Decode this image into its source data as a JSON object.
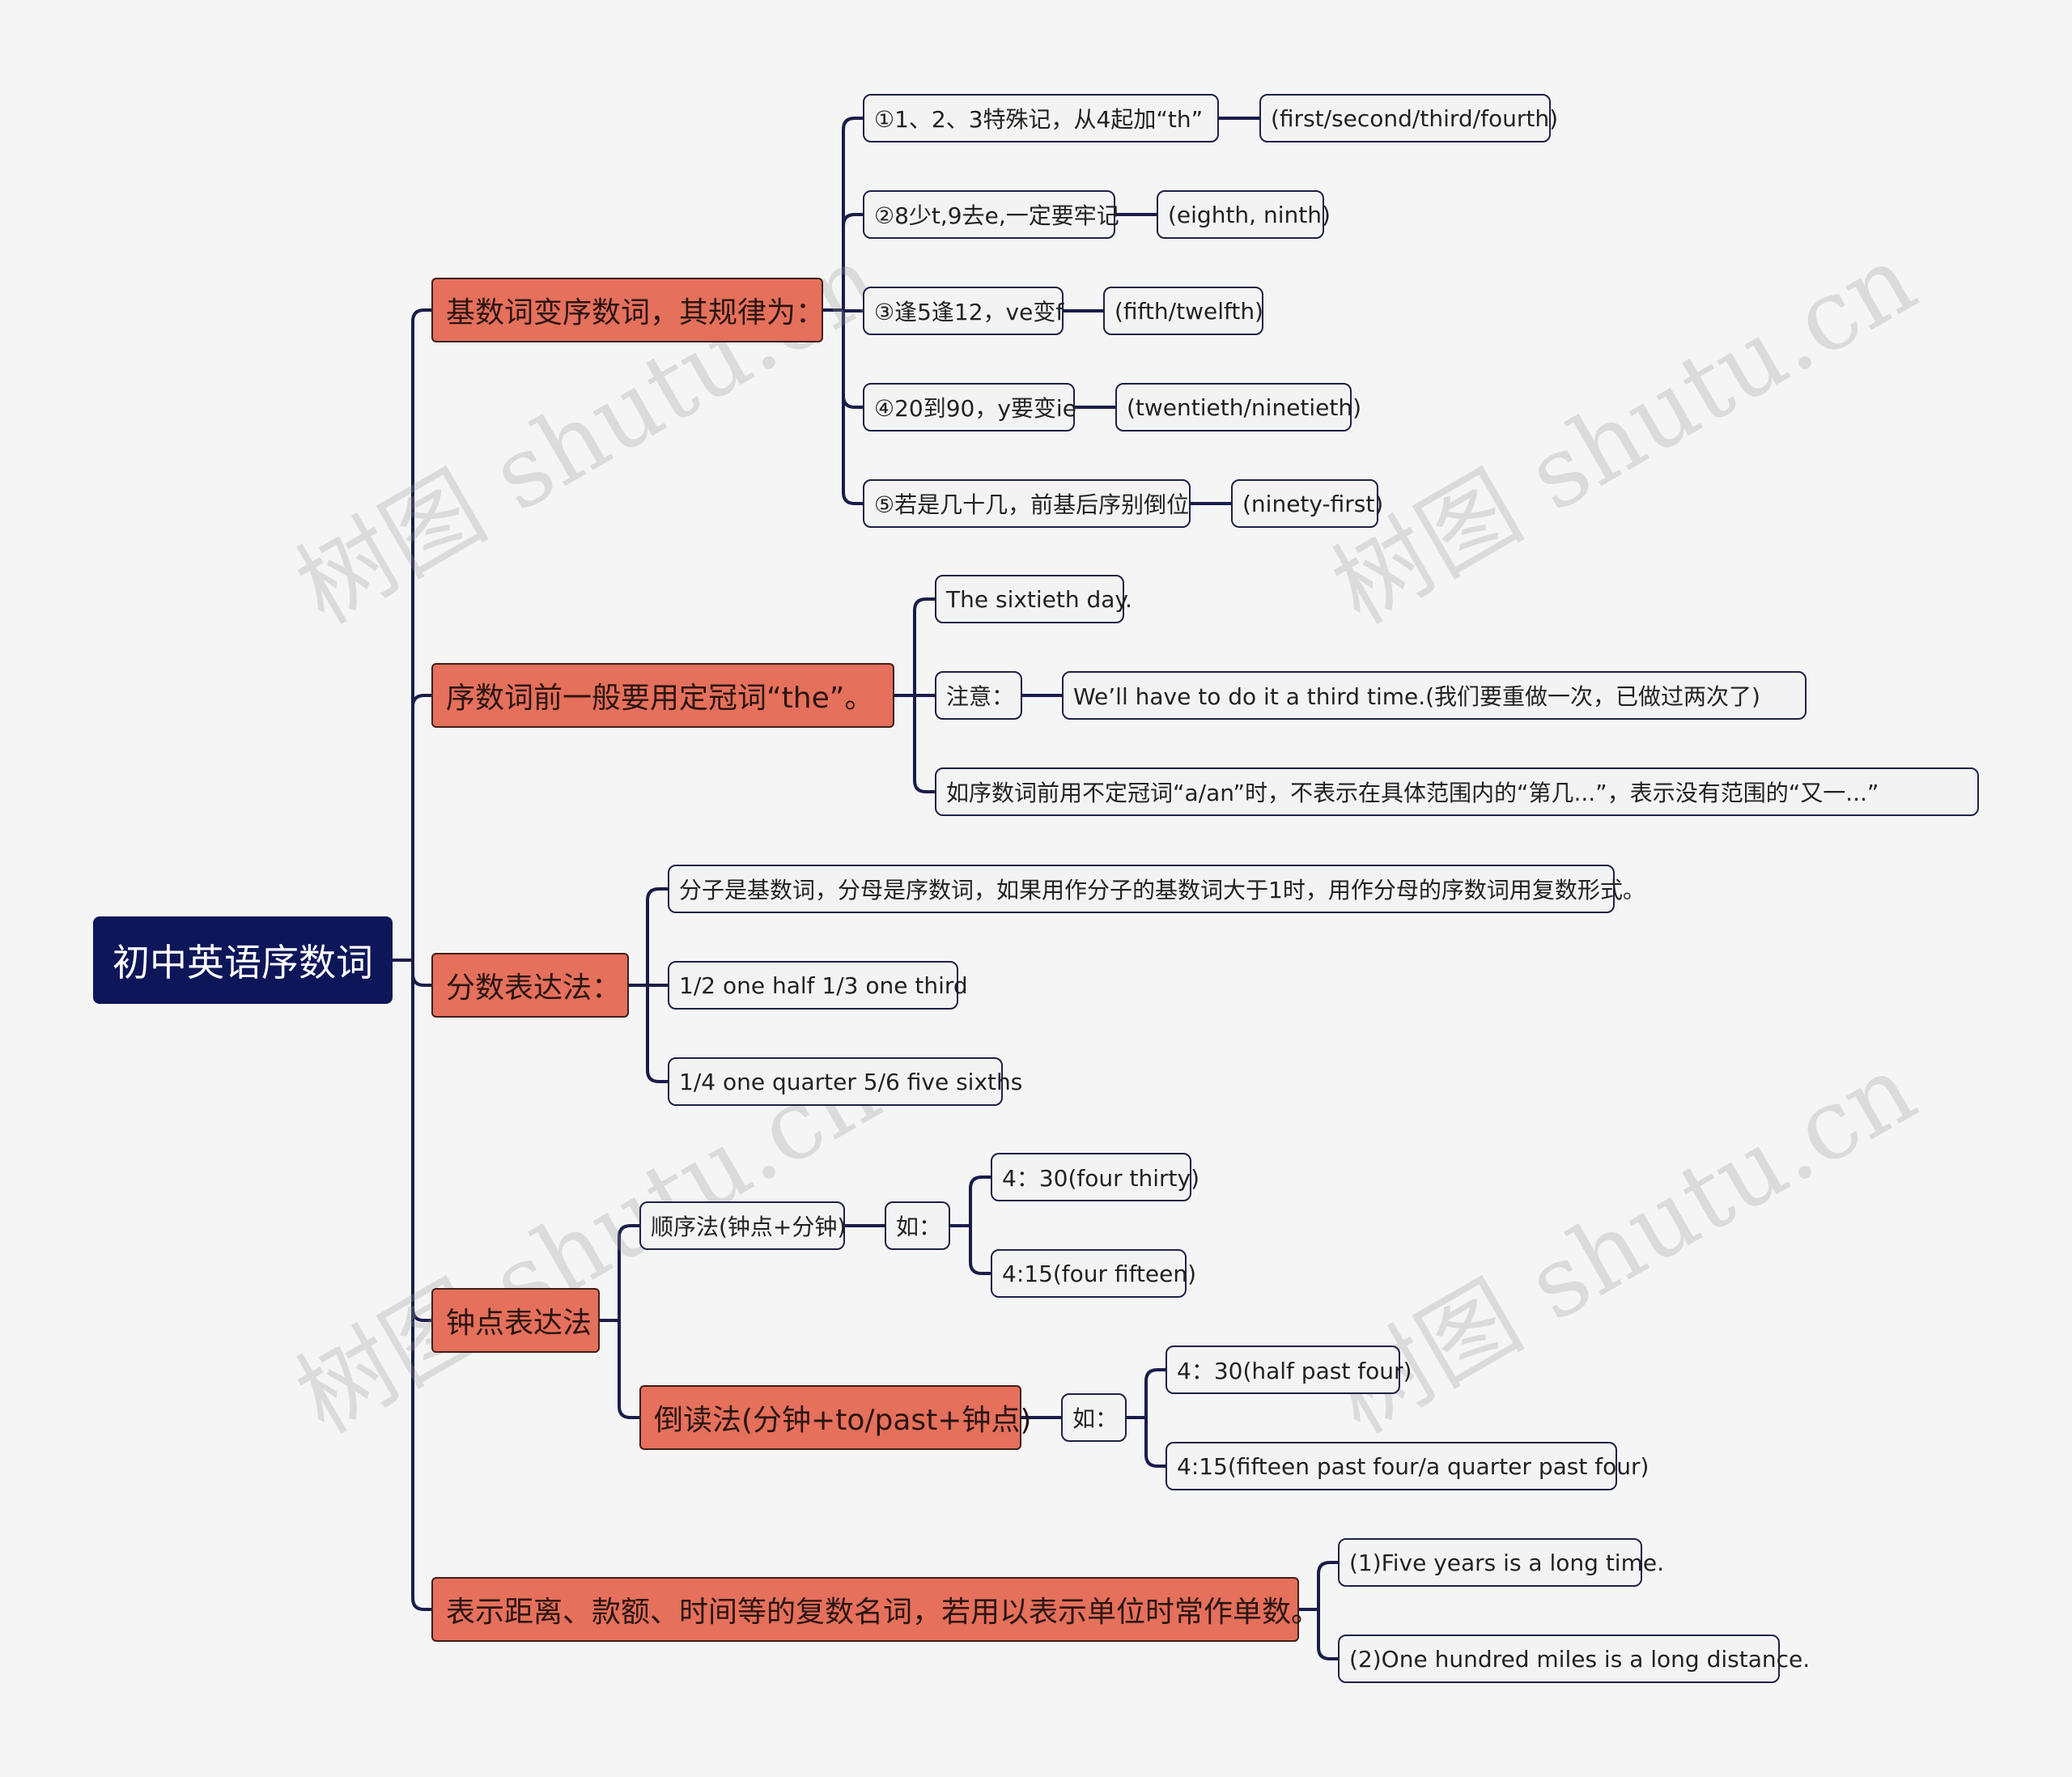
{
  "root": {
    "label": "初中英语序数词"
  },
  "colors": {
    "root_bg": "#0d1659",
    "branch_bg": "#e5705b",
    "leaf_bg": "#f3f3f3",
    "line": "#1a1d4a"
  },
  "branches": [
    {
      "label": "基数词变序数词，其规律为：",
      "items": [
        {
          "label": "①1、2、3特殊记，从4起加“th”",
          "example": "(first/second/third/fourth)"
        },
        {
          "label": "②8少t,9去e,一定要牢记",
          "example": "(eighth, ninth)"
        },
        {
          "label": "③逢5逢12，ve变f",
          "example": "(fifth/twelfth)"
        },
        {
          "label": "④20到90，y要变ie",
          "example": "(twentieth/ninetieth)"
        },
        {
          "label": "⑤若是几十几，前基后序别倒位",
          "example": "(ninety-first)"
        }
      ]
    },
    {
      "label": "序数词前一般要用定冠词“the”。",
      "items": [
        {
          "label": "The sixtieth day."
        },
        {
          "label": "注意：",
          "example": "We’ll have to do it a third time.(我们要重做一次，已做过两次了)"
        },
        {
          "label": "如序数词前用不定冠词“a/an”时，不表示在具体范围内的“第几...”，表示没有范围的“又一...”"
        }
      ]
    },
    {
      "label": "分数表达法：",
      "items": [
        {
          "label": "分子是基数词，分母是序数词，如果用作分子的基数词大于1时，用作分母的序数词用复数形式。"
        },
        {
          "label": "1/2 one half 1/3 one third"
        },
        {
          "label": "1/4 one quarter 5/6 five sixths"
        }
      ]
    },
    {
      "label": "钟点表达法",
      "items": [
        {
          "label": "顺序法(钟点+分钟)",
          "sub": "如：",
          "examples": [
            "4：30(four thirty)",
            "4:15(four fifteen)"
          ]
        },
        {
          "label": "倒读法(分钟+to/past+钟点)",
          "sub": "如：",
          "examples": [
            "4：30(half past four)",
            "4:15(fifteen past four/a quarter past four)"
          ]
        }
      ]
    },
    {
      "label": "表示距离、款额、时间等的复数名词，若用以表示单位时常作单数。",
      "items": [
        {
          "label": "(1)Five years is a long time."
        },
        {
          "label": "(2)One hundred miles is a long distance."
        }
      ]
    }
  ],
  "watermark": "树图 shutu.cn"
}
